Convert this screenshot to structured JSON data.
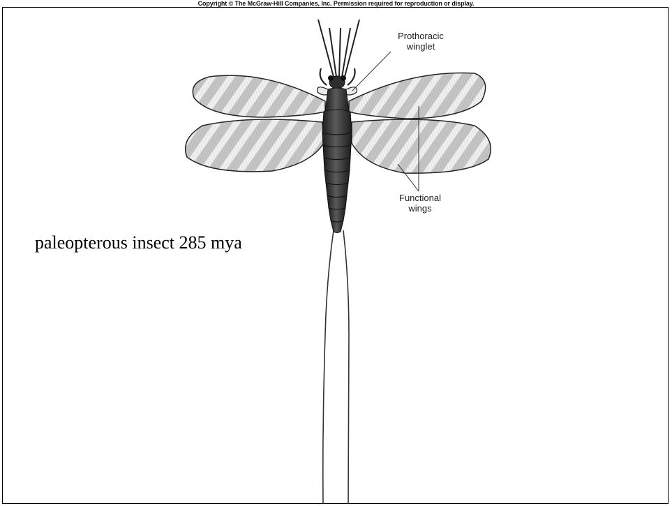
{
  "header": {
    "copyright": "Copyright © The McGraw-Hill Companies, Inc. Permission required for reproduction or display."
  },
  "caption": "paleopterous insect 285 mya",
  "labels": {
    "prothoracic_line1": "Prothoracic",
    "prothoracic_line2": "winglet",
    "functional_line1": "Functional",
    "functional_line2": "wings"
  },
  "colors": {
    "wing_fill": "#c9c9c9",
    "wing_band": "#f2f2f2",
    "body": "#3a3a3a",
    "outline": "#222222"
  }
}
